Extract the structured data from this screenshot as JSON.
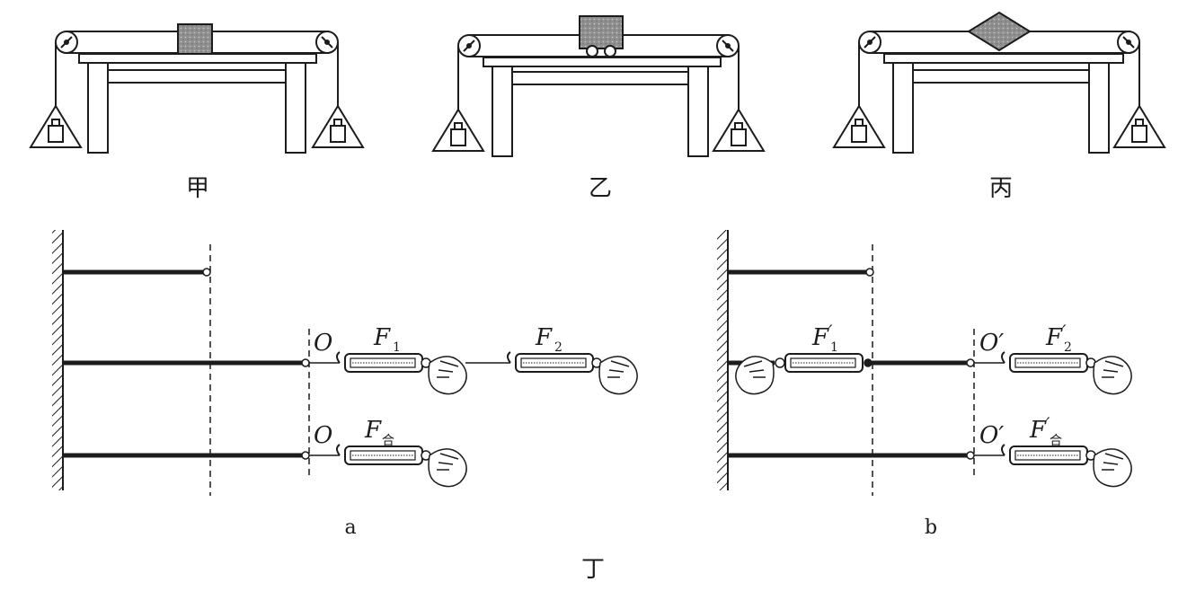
{
  "labels": {
    "jia": "甲",
    "yi": "乙",
    "bing": "丙",
    "ding": "丁",
    "a": "a",
    "b": "b"
  },
  "points": {
    "o": "O",
    "o_prime": "O′"
  },
  "forces": {
    "f": "F",
    "prime": "′",
    "sub1": "1",
    "sub2": "2",
    "sub_he": "合"
  },
  "colors": {
    "line": "#1c1c1c",
    "block_fill": "#9a9a9a",
    "background": "#ffffff"
  },
  "icons": {
    "pulley": "pulley-icon",
    "weight": "weight-icon",
    "spring_scale": "spring-scale-icon",
    "hand": "hand-icon",
    "wall": "wall-icon"
  }
}
